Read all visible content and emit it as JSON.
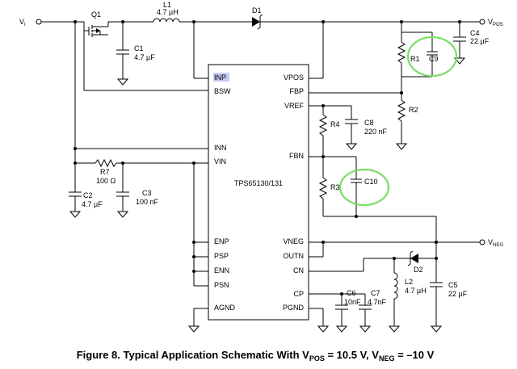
{
  "ic": {
    "part": "TPS65130/131",
    "pins_left": [
      "INP",
      "BSW",
      "INN",
      "VIN",
      "ENP",
      "PSP",
      "ENN",
      "PSN",
      "AGND"
    ],
    "pins_right": [
      "VPOS",
      "FBP",
      "VREF",
      "FBN",
      "VNEG",
      "OUTN",
      "CN",
      "CP",
      "PGND"
    ]
  },
  "nets": {
    "vi": "V",
    "vi_sub": "I",
    "vpos": "V",
    "vpos_sub": "POS",
    "vneg": "V",
    "vneg_sub": "NEG"
  },
  "components": {
    "q1": "Q1",
    "l1": "L1",
    "l1_val": "4.7 µH",
    "d1": "D1",
    "c1": "C1",
    "c1_val": "4.7 µF",
    "c4": "C4",
    "c4_val": "22 µF",
    "r1": "R1",
    "c9": "C9",
    "r2": "R2",
    "r4": "R4",
    "c8": "C8",
    "c8_val": "220 nF",
    "r7": "R7",
    "r7_val": "100 Ω",
    "c2": "C2",
    "c2_val": "4.7  µF",
    "c3": "C3",
    "c3_val": "100 nF",
    "r3": "R3",
    "c10": "C10",
    "d2": "D2",
    "l2": "L2",
    "l2_val": "4.7 µH",
    "c5": "C5",
    "c5_val": "22 µF",
    "c6": "C6",
    "c6_val": "10nF",
    "c7": "C7",
    "c7_val": "4.7nF"
  },
  "caption": {
    "prefix": "Figure 8.  Typical Application Schematic With V",
    "vpos_sub": "POS",
    "mid": " = 10.5 V, V",
    "vneg_sub": "NEG",
    "suffix": " = –10 V"
  },
  "highlight_color": "#c7c9f4",
  "annotation_color": "#7ddc6a"
}
